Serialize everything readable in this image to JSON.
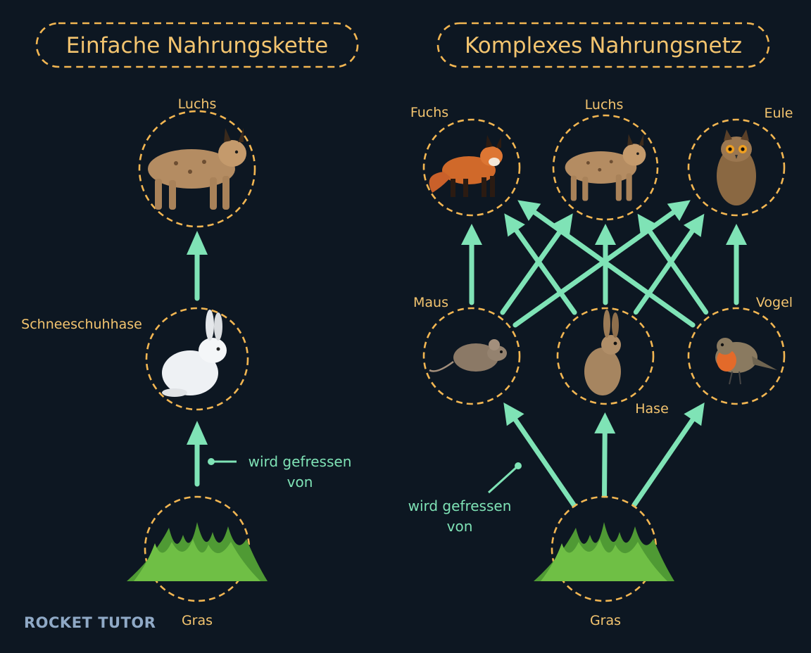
{
  "colors": {
    "background": "#0d1722",
    "accent_orange": "#f2b652",
    "arrow_green": "#7fe3b6",
    "brand_blue": "#8fa9c6"
  },
  "chain": {
    "title": "Einfache Nahrungskette",
    "nodes": [
      {
        "id": "luchs",
        "label": "Luchs",
        "icon": "lynx-icon"
      },
      {
        "id": "hase",
        "label": "Schneeschuhhase",
        "icon": "snowshoe-hare-icon"
      },
      {
        "id": "gras",
        "label": "Gras",
        "icon": "grass-icon"
      }
    ],
    "edge_note": "wird gefressen von"
  },
  "web": {
    "title": "Komplexes Nahrungsnetz",
    "top": [
      {
        "id": "fuchs",
        "label": "Fuchs",
        "icon": "fox-icon"
      },
      {
        "id": "luchs",
        "label": "Luchs",
        "icon": "lynx-icon"
      },
      {
        "id": "eule",
        "label": "Eule",
        "icon": "owl-icon"
      }
    ],
    "middle": [
      {
        "id": "maus",
        "label": "Maus",
        "icon": "mouse-icon"
      },
      {
        "id": "hase",
        "label": "Hase",
        "icon": "hare-icon"
      },
      {
        "id": "vogel",
        "label": "Vogel",
        "icon": "bird-icon"
      }
    ],
    "bottom": {
      "id": "gras",
      "label": "Gras",
      "icon": "grass-icon"
    },
    "edges": [
      [
        "gras",
        "maus"
      ],
      [
        "gras",
        "hase"
      ],
      [
        "gras",
        "vogel"
      ],
      [
        "maus",
        "fuchs"
      ],
      [
        "maus",
        "luchs"
      ],
      [
        "maus",
        "eule"
      ],
      [
        "hase",
        "fuchs"
      ],
      [
        "hase",
        "luchs"
      ],
      [
        "hase",
        "eule"
      ],
      [
        "vogel",
        "fuchs"
      ],
      [
        "vogel",
        "luchs"
      ],
      [
        "vogel",
        "eule"
      ]
    ],
    "edge_note": "wird gefressen von"
  },
  "brand": "ROCKET TUTOR"
}
